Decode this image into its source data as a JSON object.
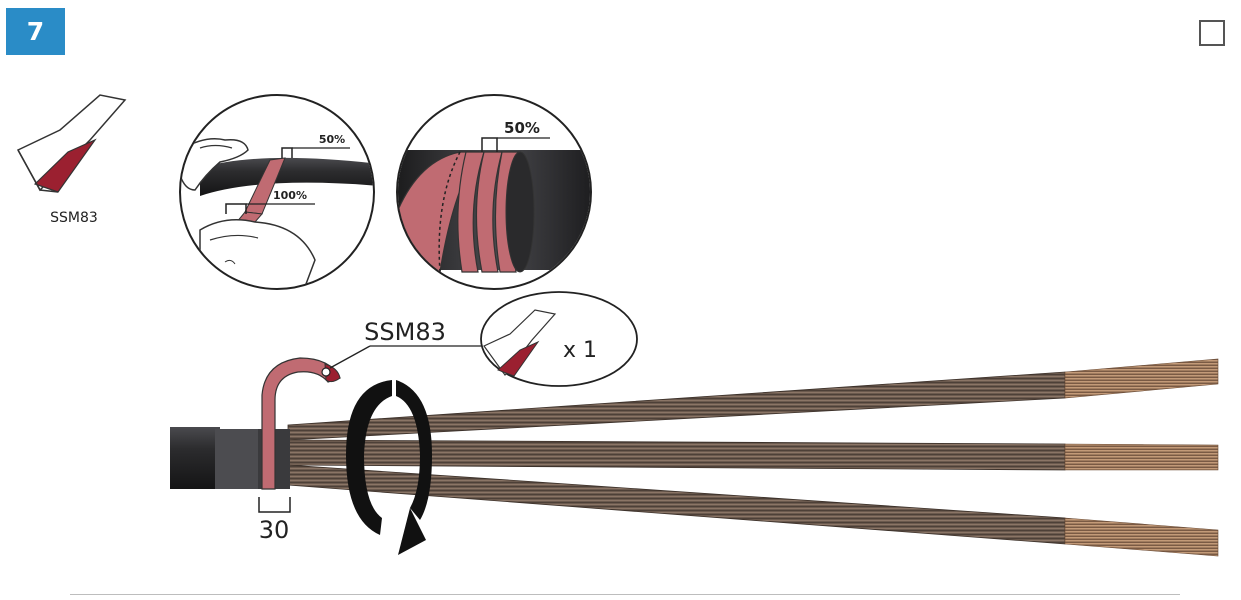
{
  "step": {
    "number": "7"
  },
  "tape": {
    "product_code": "SSM83",
    "quantity": "x 1",
    "color_red": "#9b2030",
    "color_pink": "#c06b72"
  },
  "detail_wrap": {
    "overlap_label": "50%",
    "full_label": "100%"
  },
  "detail_overlap": {
    "overlap_label": "50%"
  },
  "main": {
    "dimension": "30"
  },
  "colors": {
    "step_badge": "#2a8cc7",
    "cable": "#2c2c2e",
    "conductor": "#6b5a4e"
  }
}
